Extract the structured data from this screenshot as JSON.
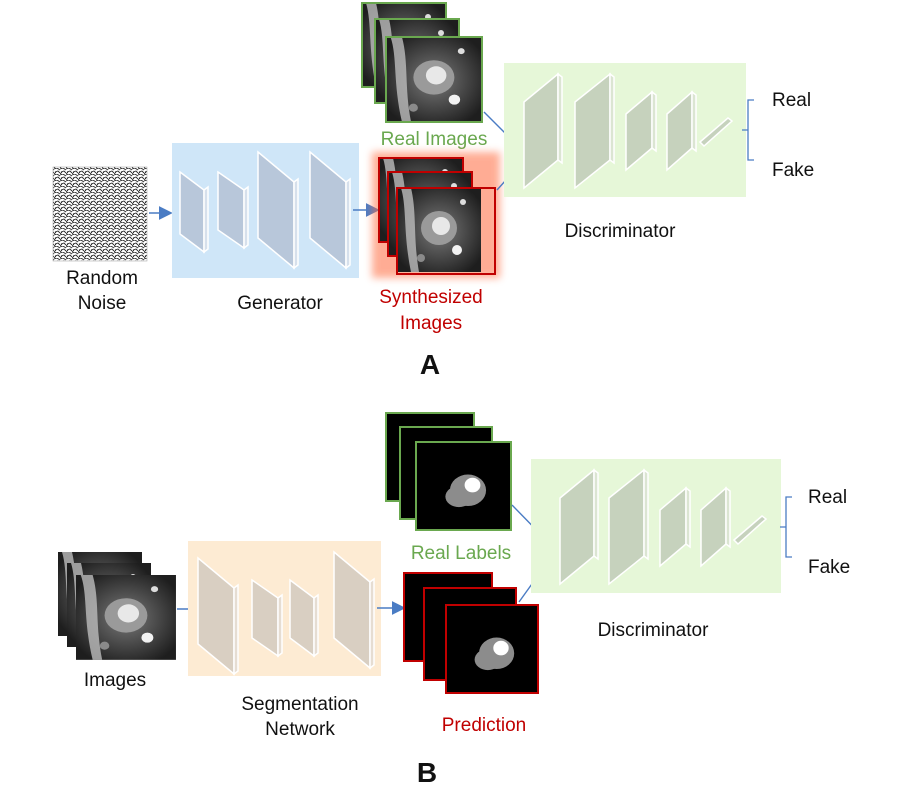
{
  "panel_a": {
    "letter": "A",
    "noise_label_line1": "Random",
    "noise_label_line2": "Noise",
    "generator_label": "Generator",
    "real_images_label": "Real Images",
    "synth_label_line1": "Synthesized",
    "synth_label_line2": "Images",
    "discriminator_label": "Discriminator",
    "real_label": "Real",
    "fake_label": "Fake"
  },
  "panel_b": {
    "letter": "B",
    "images_label": "Images",
    "segnet_label_line1": "Segmentation",
    "segnet_label_line2": "Network",
    "real_labels_label": "Real Labels",
    "prediction_label": "Prediction",
    "discriminator_label": "Discriminator",
    "real_label": "Real",
    "fake_label": "Fake"
  },
  "colors": {
    "generator_bg": "#cfe6f8",
    "discriminator_bg": "#e6f7d8",
    "segnet_bg": "#fdebd3",
    "real_border": "#6aa84f",
    "fake_border": "#c00000",
    "arrow": "#4a7cc4"
  }
}
